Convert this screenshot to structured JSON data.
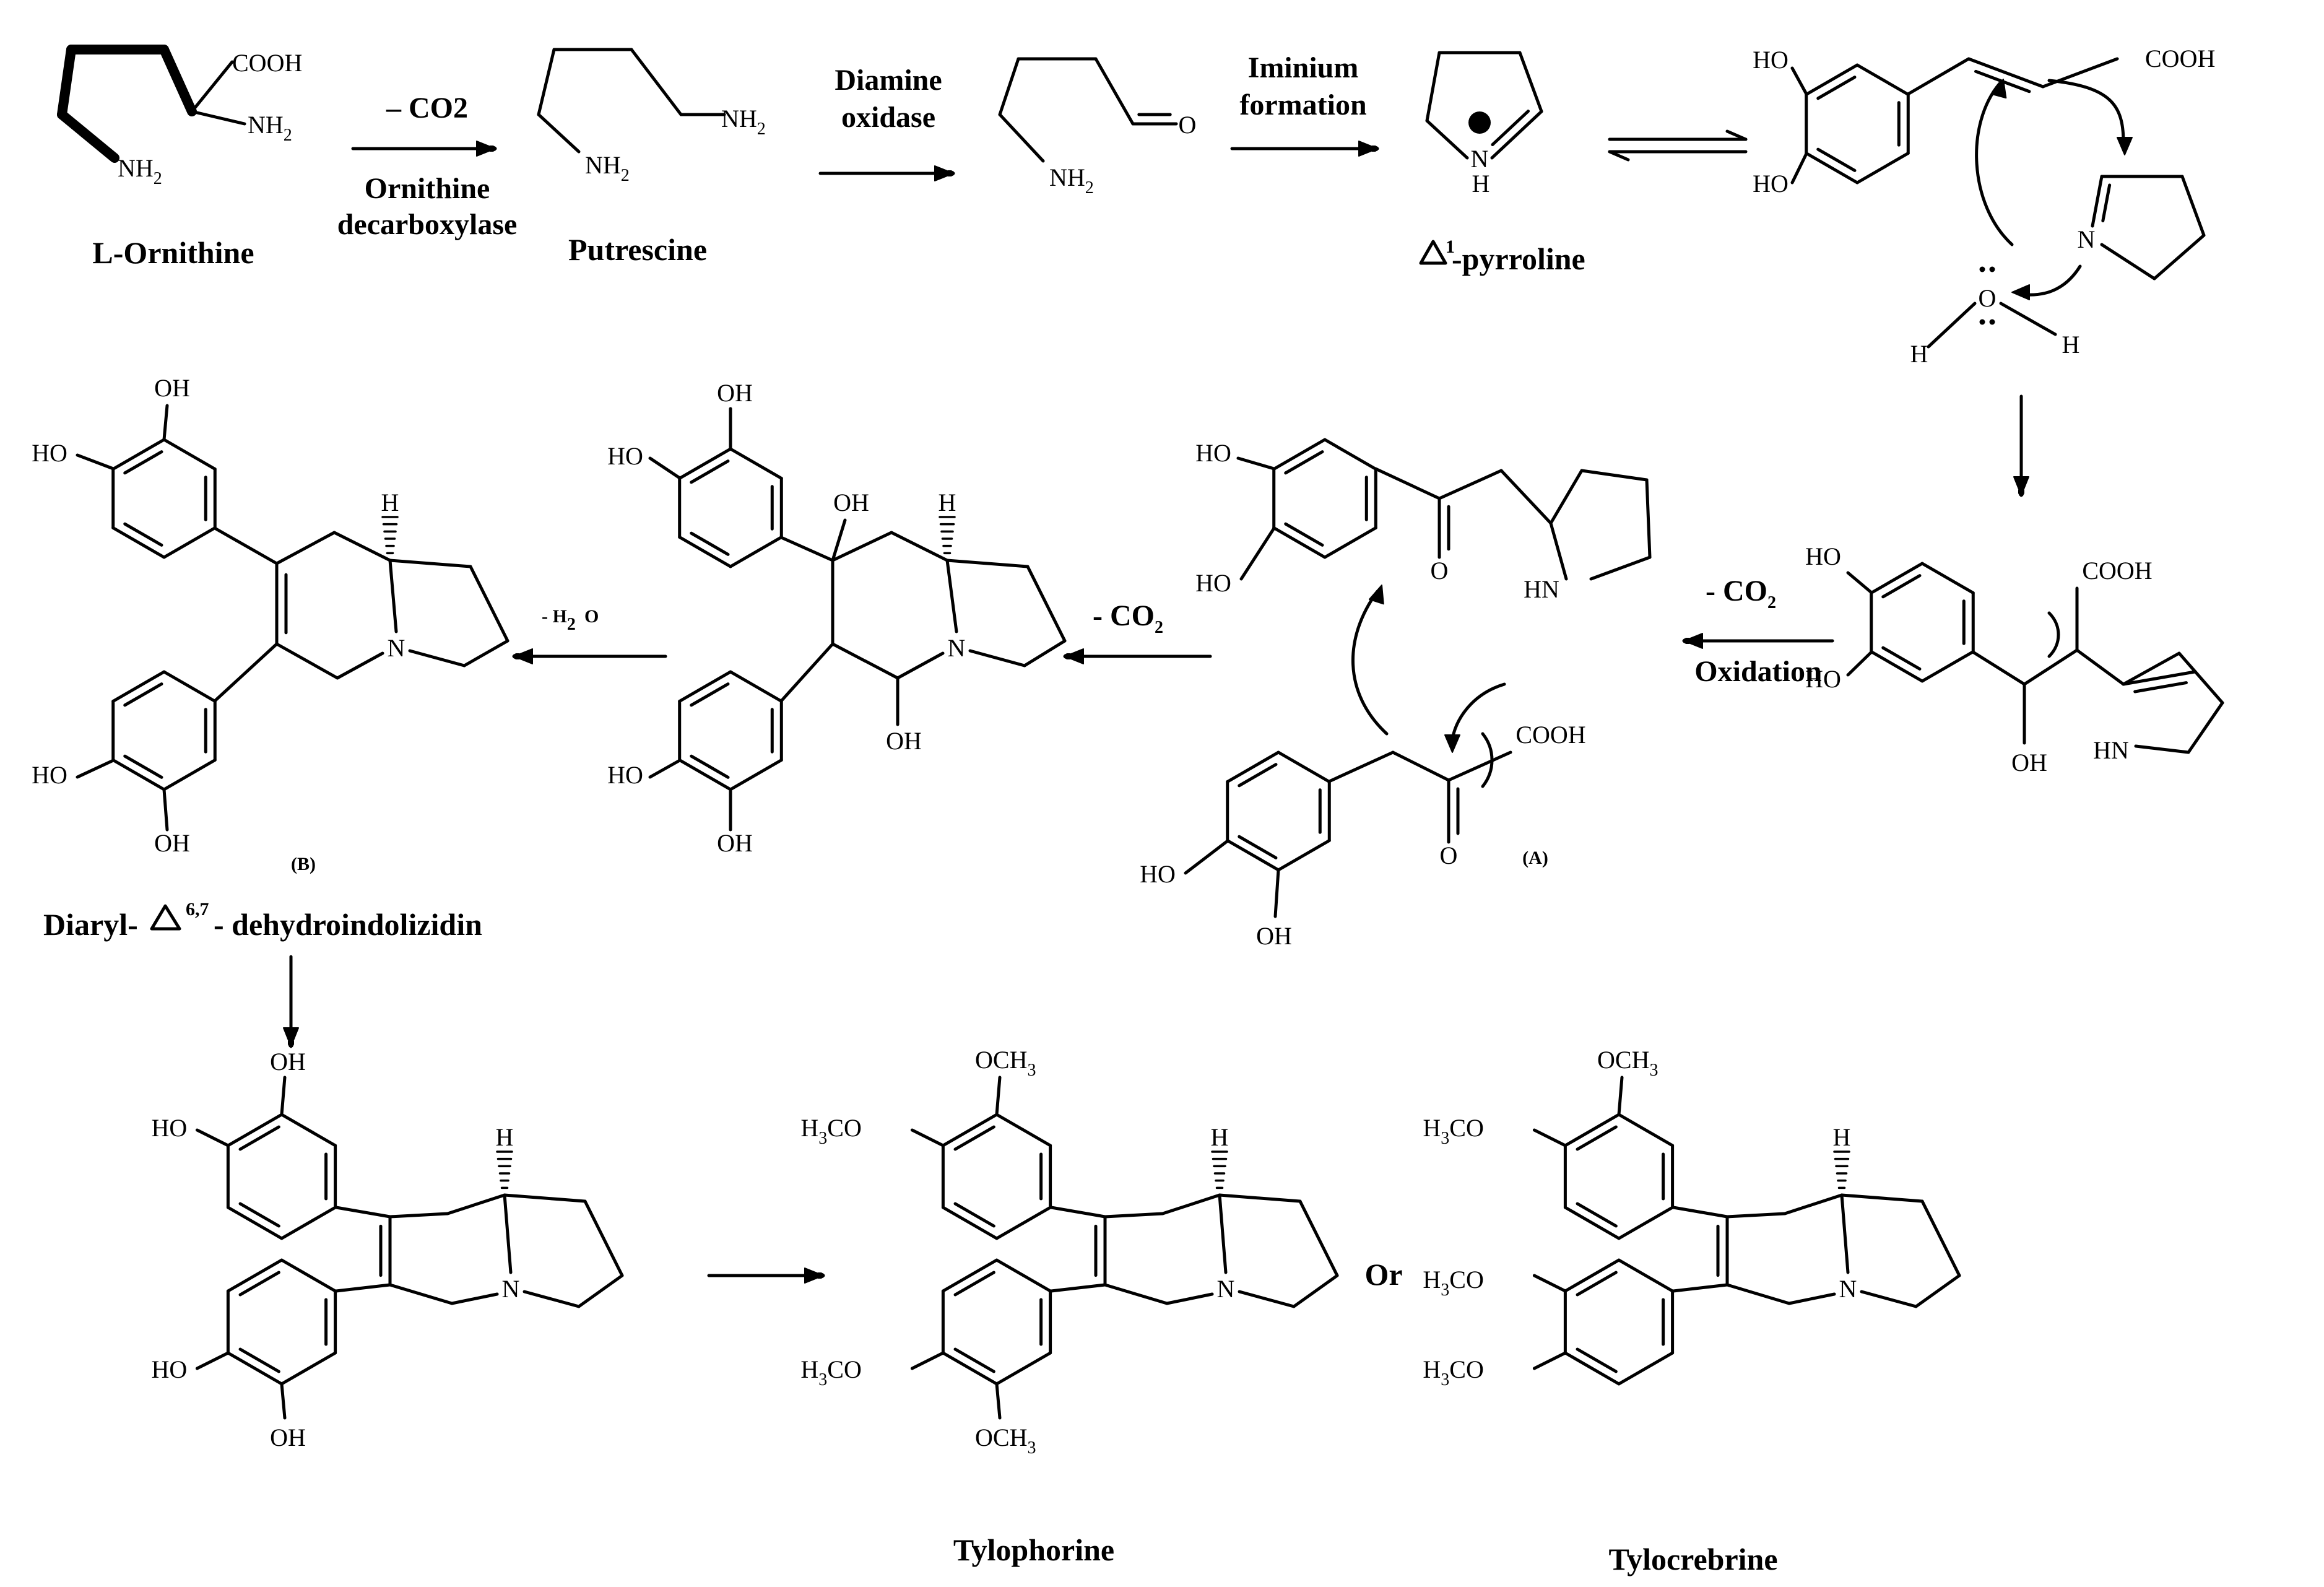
{
  "labels": {
    "l_ornithine": "L-Ornithine",
    "putrescine": "Putrescine",
    "pyrroline": "-pyrroline",
    "pyrroline_sup": "1",
    "compound_b": "(B)",
    "compound_a": "(A)",
    "diaryl": "Diaryl-",
    "diaryl_sup": "6,7",
    "diaryl_tail": "- dehydroindolizidin",
    "tylophorine": "Tylophorine",
    "tylocrebrine": "Tylocrebrine",
    "or": "Or"
  },
  "conditions": {
    "co2_1": "– CO2",
    "odc_1": "Ornithine",
    "odc_2": "decarboxylase",
    "dao_1": "Diamine",
    "dao_2": "oxidase",
    "imin_1": "Iminium",
    "imin_2": "formation",
    "co2_2": "- CO",
    "co2_2_sub": "2",
    "oxidation": "Oxidation",
    "co2_3": "- CO",
    "co2_3_sub": "2",
    "h2o": "- H",
    "h2o_sub": "2",
    "h2o_tail": "O"
  },
  "atoms": {
    "cooh": "COOH",
    "nh": "NH",
    "sub2": "2",
    "o": "O",
    "ho": "HO",
    "oh": "OH",
    "h": "H",
    "n": "N",
    "hn": "HN",
    "plus": "+",
    "och": "OCH",
    "sub3": "3",
    "h3co_h": "H",
    "h3co_co": "CO"
  }
}
